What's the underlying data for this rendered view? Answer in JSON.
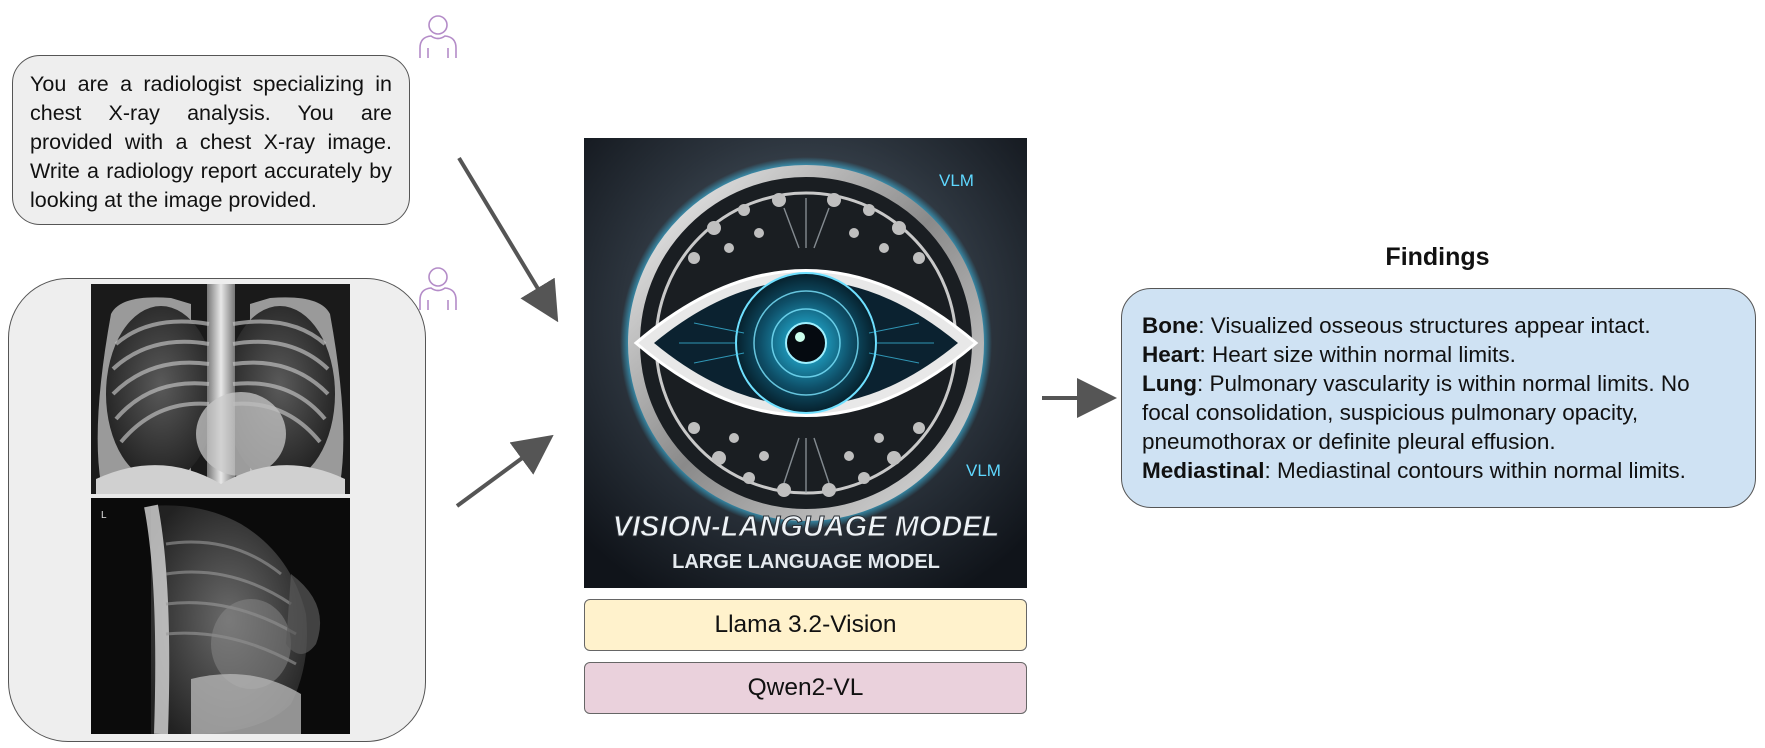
{
  "prompt": {
    "text": "You are a radiologist specializing in chest X-ray analysis. You are provided with a chest X-ray image. Write a radiology report accurately by looking at the image provided."
  },
  "xray": {
    "lateral_marker": "L"
  },
  "model_art": {
    "badge_top": "VLM",
    "badge_bottom": "VLM",
    "title": "VISION-LANGUAGE MODEL",
    "subtitle": "LARGE LANGUAGE MODEL"
  },
  "models": [
    {
      "name": "Llama 3.2-Vision",
      "color": "#fff2cc"
    },
    {
      "name": "Qwen2-VL",
      "color": "#ead1dc"
    }
  ],
  "findings": {
    "title": "Findings",
    "items": [
      {
        "label": "Bone",
        "text": ": Visualized osseous structures appear intact."
      },
      {
        "label": "Heart",
        "text": ": Heart size within normal limits."
      },
      {
        "label": "Lung",
        "text": ": Pulmonary vascularity is within normal limits. No focal consolidation, suspicious pulmonary opacity, pneumothorax or definite pleural effusion."
      },
      {
        "label": "Mediastinal",
        "text": ": Mediastinal contours within normal limits."
      }
    ]
  },
  "icons": {
    "user": "user-icon",
    "arrow": "arrow-icon"
  },
  "colors": {
    "icon_purple": "#b48cc8",
    "findings_bg": "#cfe2f3",
    "box_bg": "#eeeeee",
    "arrow": "#555555"
  }
}
